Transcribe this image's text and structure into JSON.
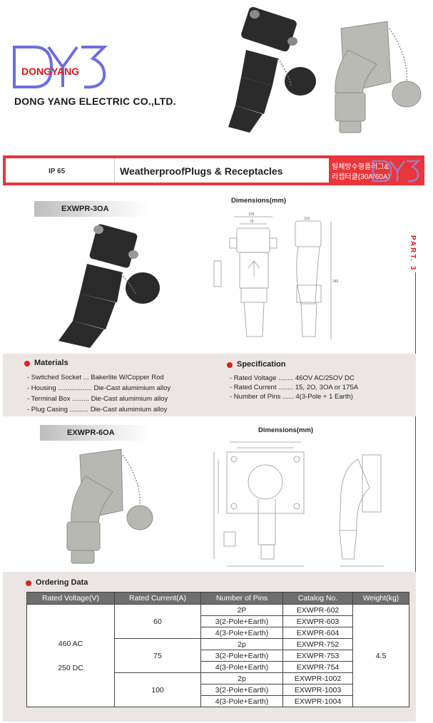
{
  "header": {
    "logo_text": "DONGYANG",
    "company_name": "DONG YANG ELECTRIC CO.,LTD."
  },
  "banner": {
    "ip_rating": "IP 65",
    "title": "WeatherproofPlugs & Receptacles",
    "korean_line1": "일체방수형플러그&",
    "korean_line2": "리셉터클(30A/60A)"
  },
  "part_label": "PART. 3",
  "model_30a": {
    "tab": "EXWPR-3OA",
    "dimensions_title": "Dimensions(mm)",
    "dim_labels": [
      "109",
      "78",
      "118",
      "346"
    ]
  },
  "materials": {
    "heading": "Materials",
    "lines": [
      "- Switched Socket ... Bakerlite W/Copper Rod",
      "- Housing .................. Die-Cast alumimium alloy",
      "- Terminal Box ......... Die-Cast alumimium alloy",
      "- Plug Casing .......... Die-Cast alumimium alloy"
    ]
  },
  "specification": {
    "heading": "Specification",
    "lines": [
      "- Rated Voltage ........ 46OV AC/25OV DC",
      "- Rated Current ........ 15, 2O, 3OA or 175A",
      "- Number of Pins ...... 4(3-Pole + 1 Earth)"
    ]
  },
  "model_60a": {
    "tab": "EXWPR-6OA",
    "dimensions_title": "Dimensions(mm)"
  },
  "ordering": {
    "heading": "Ordering Data",
    "columns": [
      "Rated Voltage(V)",
      "Rated Current(A)",
      "Number of Pins",
      "Catalog No.",
      "Weight(kg)"
    ],
    "voltage_ac": "460 AC",
    "voltage_dc": "250 DC",
    "weight": "4.5",
    "groups": [
      {
        "current": "60",
        "rows": [
          {
            "pins": "2P",
            "catalog": "EXWPR-602"
          },
          {
            "pins": "3(2-Pole+Earth)",
            "catalog": "EXWPR-603"
          },
          {
            "pins": "4(3-Pole+Earth)",
            "catalog": "EXWPR-604"
          }
        ]
      },
      {
        "current": "75",
        "rows": [
          {
            "pins": "2p",
            "catalog": "EXWPR-752"
          },
          {
            "pins": "3(2-Pole+Earth)",
            "catalog": "EXWPR-753"
          },
          {
            "pins": "4(3-Pole+Earth)",
            "catalog": "EXWPR-754"
          }
        ]
      },
      {
        "current": "100",
        "rows": [
          {
            "pins": "2p",
            "catalog": "EXWPR-1002"
          },
          {
            "pins": "3(2-Pole+Earth)",
            "catalog": "EXWPR-1003"
          },
          {
            "pins": "4(3-Pole+Earth)",
            "catalog": "EXWPR-1004"
          }
        ]
      }
    ]
  },
  "colors": {
    "accent_red": "#e21d22",
    "logo_blue": "#6b6fe0",
    "panel_bg": "#ebe6e3",
    "table_header": "#6e6e6e"
  }
}
